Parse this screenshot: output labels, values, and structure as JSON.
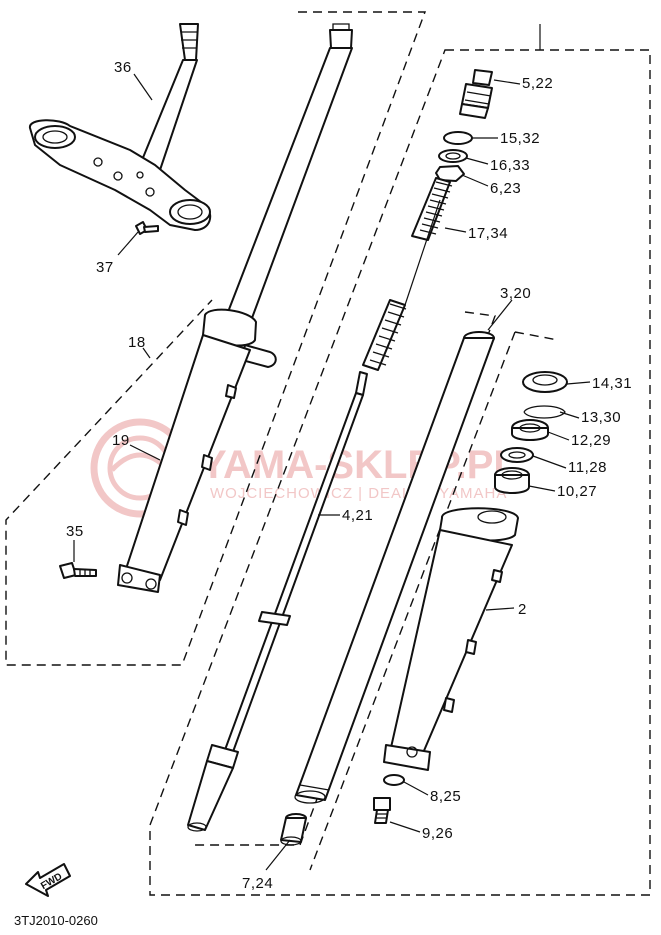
{
  "labels": {
    "p36": "36",
    "p37": "37",
    "p18": "18",
    "p19": "19",
    "p35": "35",
    "p5_22": "5,22",
    "p15_32": "15,32",
    "p16_33": "16,33",
    "p6_23": "6,23",
    "p17_34": "17,34",
    "p3_20": "3,20",
    "p14_31": "14,31",
    "p13_30": "13,30",
    "p12_29": "12,29",
    "p11_28": "11,28",
    "p10_27": "10,27",
    "p4_21": "4,21",
    "p2": "2",
    "p8_25": "8,25",
    "p9_26": "9,26",
    "p7_24": "7,24"
  },
  "fwd_badge": "FWD",
  "diagram_code": "3TJ2010-0260",
  "watermark": {
    "title": "YAMA-SKLEP.PL",
    "subtitle": "WOJCIECHOWICZ | DEALER YAMAHA"
  },
  "colors": {
    "line": "#111111",
    "watermark": "#f2c7c7"
  }
}
